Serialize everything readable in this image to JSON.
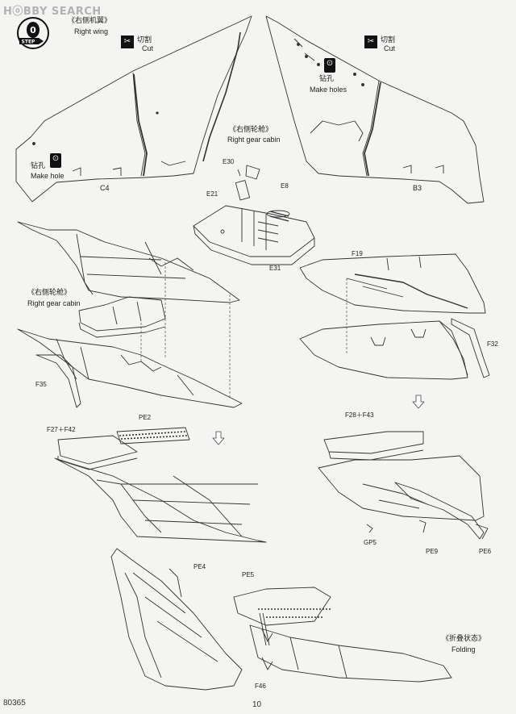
{
  "watermark": "HⓞBBY SEARCH",
  "step": {
    "number": "0",
    "label": "STEP"
  },
  "labels": {
    "right_wing_cn": "《右侧机翼》",
    "right_wing_en": "Right wing",
    "cut_cn_left": "切割",
    "cut_en_left": "Cut",
    "cut_cn_right": "切割",
    "cut_en_right": "Cut",
    "drill_cn_left": "钻孔",
    "make_hole_en": "Make hole",
    "drill_cn_right": "钻孔",
    "make_holes_en": "Make holes",
    "c4": "C4",
    "b3": "B3",
    "gear_cn_top": "《右侧轮舱》",
    "gear_en_top": "Right gear cabin",
    "e30": "E30",
    "e21": "E21",
    "e8": "E8",
    "e31": "E31",
    "f19": "F19",
    "gear_cn_mid": "《右侧轮舱》",
    "gear_en_mid": "Right gear cabin",
    "f32": "F32",
    "f35": "F35",
    "f27_f42": "F27＋F42",
    "pe2": "PE2",
    "f28_f43": "F28＋F43",
    "gp5": "GP5",
    "pe9": "PE9",
    "pe6": "PE6",
    "pe4": "PE4",
    "pe5": "PE5",
    "folding_cn": "《折叠状态》",
    "folding_en": "Folding",
    "f46": "F46"
  },
  "icons": {
    "cut_left": "cut-icon",
    "cut_right": "cut-icon",
    "drill_left": "drill-icon",
    "drill_right": "drill-icon"
  },
  "footer": {
    "code": "80365",
    "page": "10"
  }
}
